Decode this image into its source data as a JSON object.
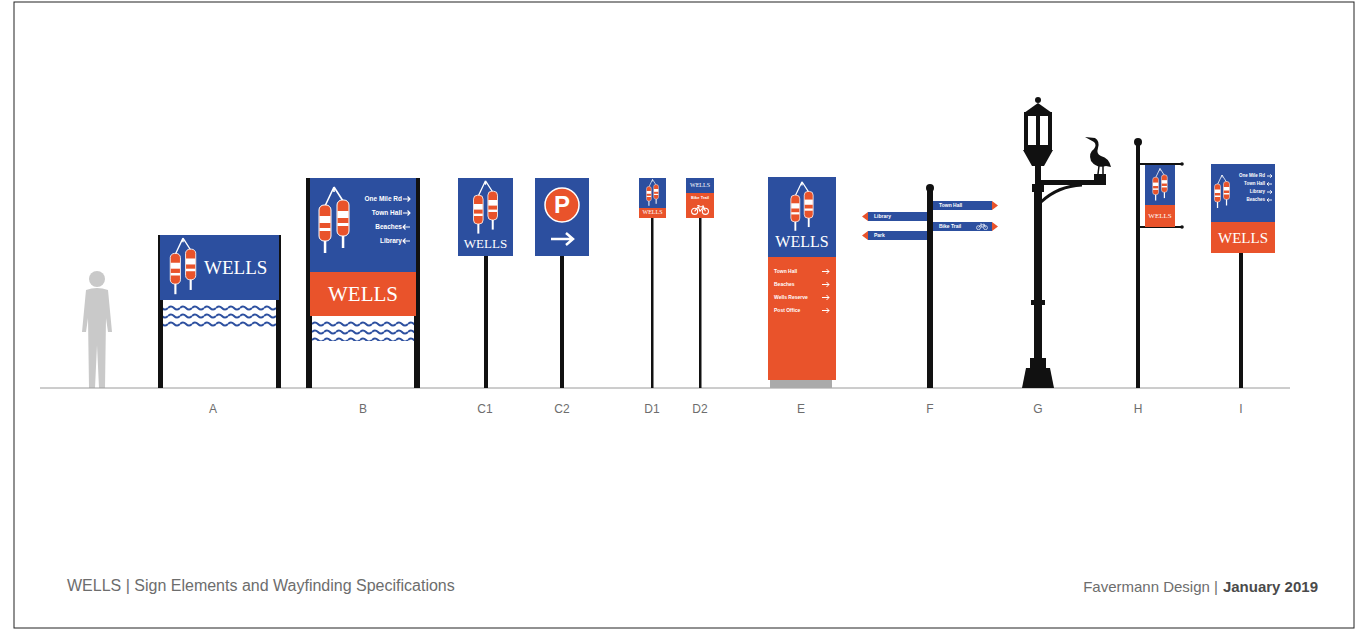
{
  "diagram": {
    "title": "WELLS | Sign Elements and Wayfinding Specifications",
    "nodes": [
      {
        "text": [
          "WELLS"
        ]
      },
      {
        "text": [
          "One Mile Rd",
          "Town Hall",
          "Beaches",
          "Library"
        ]
      },
      {
        "text": [
          "WELLS"
        ],
        "in": 1
      },
      {
        "text": [
          "WELLS"
        ]
      },
      {
        "text": [
          "P"
        ]
      },
      {
        "text": [
          "WELLS"
        ]
      },
      {
        "text": [
          "WELLS"
        ]
      },
      {
        "text": [
          "Bike Trail"
        ],
        "in": 6
      },
      {
        "text": [
          "WELLS"
        ]
      },
      {
        "text": [
          "Town Hall",
          "Beaches",
          "Wells Reserve",
          "Post Office"
        ],
        "in": 8
      },
      {
        "text": [
          "Town Hall"
        ]
      },
      {
        "text": [
          "Library"
        ]
      },
      {
        "text": [
          "Bike Trail"
        ]
      },
      {
        "text": [
          "Park"
        ]
      },
      {
        "text": [
          "WELLS"
        ]
      },
      {
        "text": [
          "One Mile Rd",
          "Town Hall",
          "Library",
          "Beaches"
        ]
      },
      {
        "text": [
          "WELLS"
        ],
        "in": 15
      }
    ],
    "labels": [
      "A",
      "B",
      "C1",
      "C2",
      "D1",
      "D2",
      "E",
      "F",
      "G",
      "H",
      "I",
      "Favermann Design |",
      "January 2019"
    ]
  }
}
